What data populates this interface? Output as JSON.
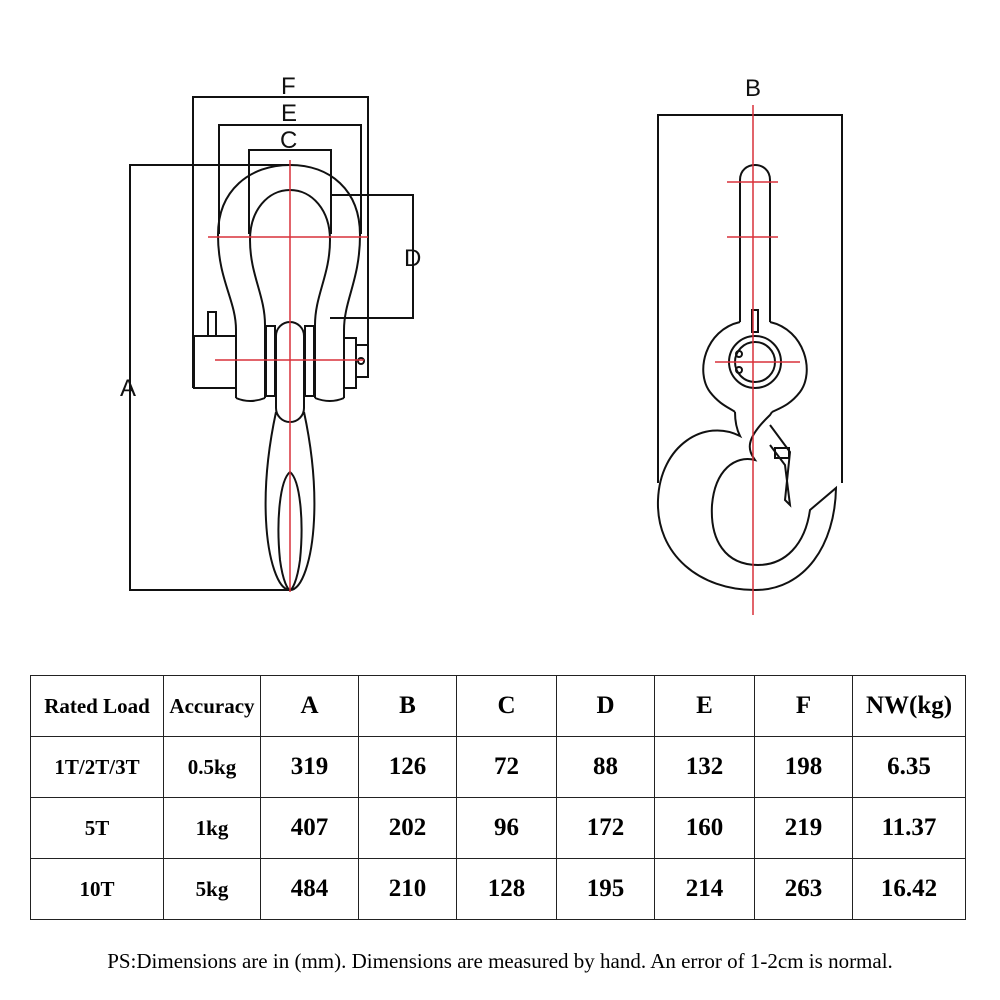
{
  "diagram": {
    "dimension_labels": {
      "a": "A",
      "b_left": "B",
      "c": "C",
      "d": "D",
      "e": "E",
      "f": "F"
    },
    "colors": {
      "centerline": "#d9303a",
      "outline": "#111111"
    },
    "icons": [
      "shackle-icon",
      "hook-icon"
    ]
  },
  "table": {
    "headers": [
      "Rated Load",
      "Accuracy",
      "A",
      "B",
      "C",
      "D",
      "E",
      "F",
      "NW(kg)"
    ],
    "rows": [
      [
        "1T/2T/3T",
        "0.5kg",
        "319",
        "126",
        "72",
        "88",
        "132",
        "198",
        "6.35"
      ],
      [
        "5T",
        "1kg",
        "407",
        "202",
        "96",
        "172",
        "160",
        "219",
        "11.37"
      ],
      [
        "10T",
        "5kg",
        "484",
        "210",
        "128",
        "195",
        "214",
        "263",
        "16.42"
      ]
    ]
  },
  "footnote": "PS:Dimensions are in (mm). Dimensions are measured by hand. An error of 1-2cm is normal."
}
